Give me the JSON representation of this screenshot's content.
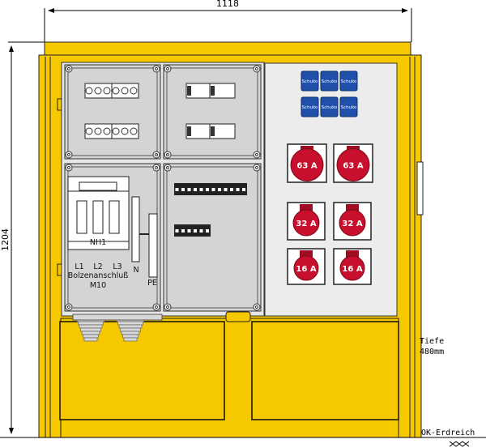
{
  "dimensions": {
    "width": "1118",
    "height": "1204",
    "depth_label": "Tiefe",
    "depth_value": "480mm",
    "ground_label": "OK-Erdreich",
    "ground_symbol": "xxx"
  },
  "left_panel": {
    "main_switch": "NH1",
    "phases": [
      "L1",
      "L2",
      "L3"
    ],
    "connection": "Bolzenanschluß",
    "bolt_size": "M10",
    "neutral": "N",
    "earth": "PE"
  },
  "right_panel": {
    "schuko": [
      "Schuko",
      "Schuko",
      "Schuko",
      "Schuko",
      "Schuko",
      "Schuko"
    ],
    "sockets": [
      {
        "rating": "63 A"
      },
      {
        "rating": "63 A"
      },
      {
        "rating": "32 A"
      },
      {
        "rating": "32 A"
      },
      {
        "rating": "16 A"
      },
      {
        "rating": "16 A"
      }
    ]
  },
  "colors": {
    "housing": "#f5c800",
    "panel": "#d4d4d6",
    "socket_panel": "#ececec",
    "cee": "#c8102e",
    "schuko": "#1f4fa8"
  }
}
